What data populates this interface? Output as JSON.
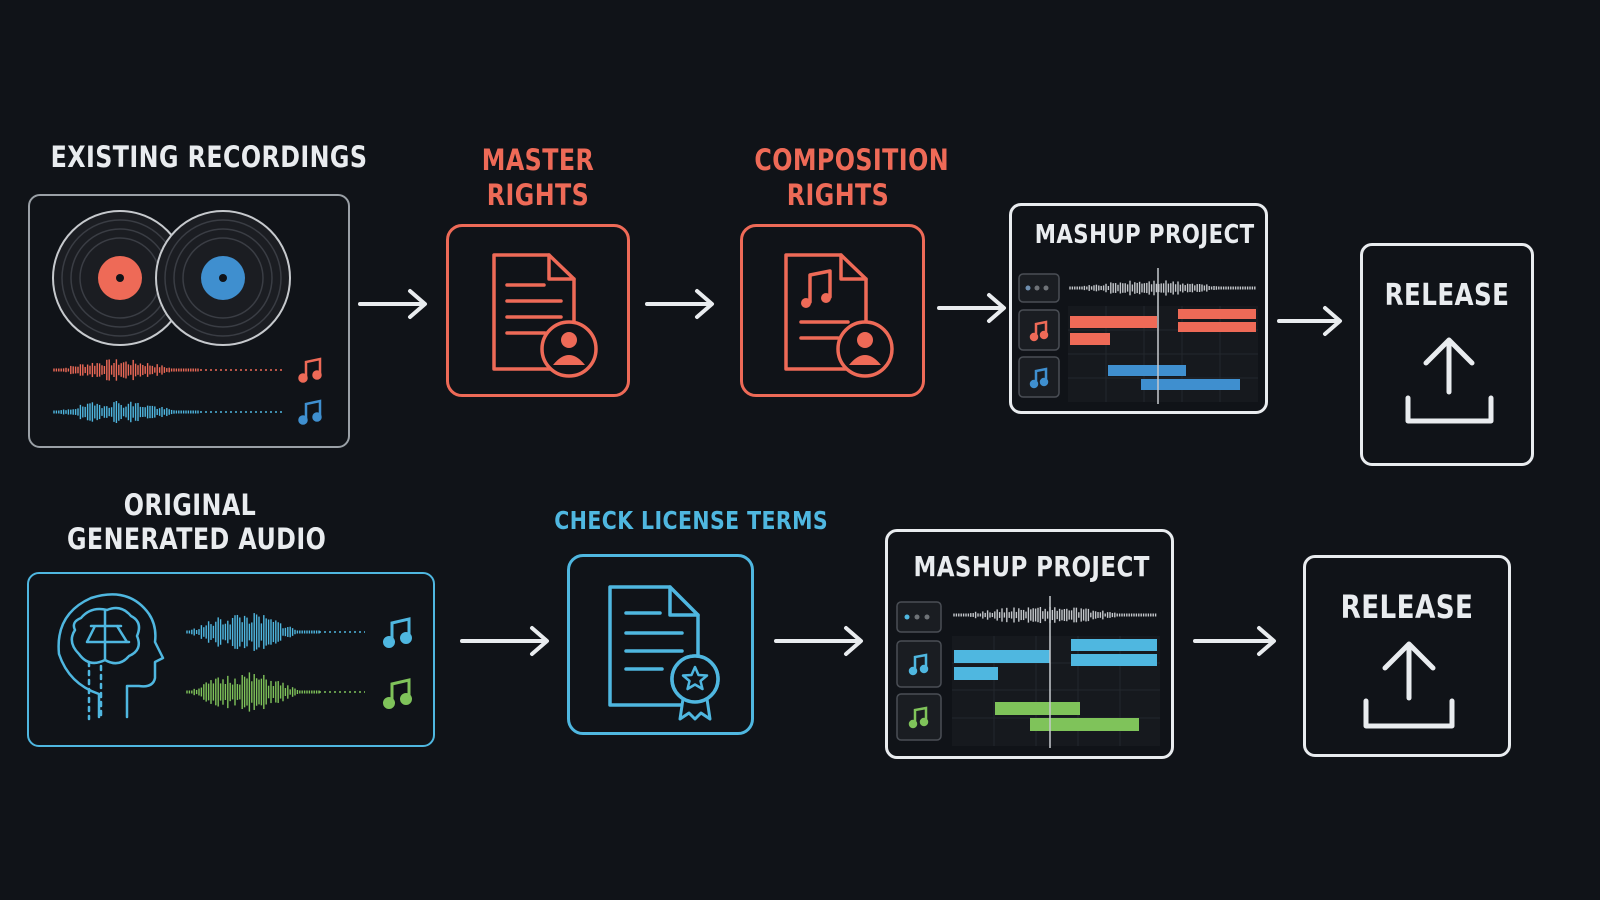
{
  "top_row": {
    "existing_recordings": {
      "label": "EXISTING RECORDINGS"
    },
    "master_rights": {
      "line1": "MASTER",
      "line2": "RIGHTS"
    },
    "composition_rights": {
      "line1": "COMPOSITION",
      "line2": "RIGHTS"
    },
    "mashup_project": {
      "title": "MASHUP PROJECT"
    },
    "release": {
      "label": "RELEASE"
    }
  },
  "bottom_row": {
    "original_audio": {
      "line1": "ORIGINAL",
      "line2": "GENERATED AUDIO"
    },
    "check_license": {
      "label": "CHECK LICENSE TERMS"
    },
    "mashup_project": {
      "title": "MASHUP PROJECT"
    },
    "release": {
      "label": "RELEASE"
    }
  },
  "colors": {
    "background": "#101318",
    "red": "#ee6a57",
    "blue": "#4fb7e0",
    "green": "#7fc35a",
    "white": "#e9ecef",
    "grey_border": "#9aa0a6"
  },
  "icons": [
    "vinyl-record-icon",
    "waveform-icon",
    "music-note-icon",
    "document-person-icon",
    "document-music-person-icon",
    "ai-head-icon",
    "certificate-document-icon",
    "upload-icon",
    "arrow-right-icon"
  ]
}
